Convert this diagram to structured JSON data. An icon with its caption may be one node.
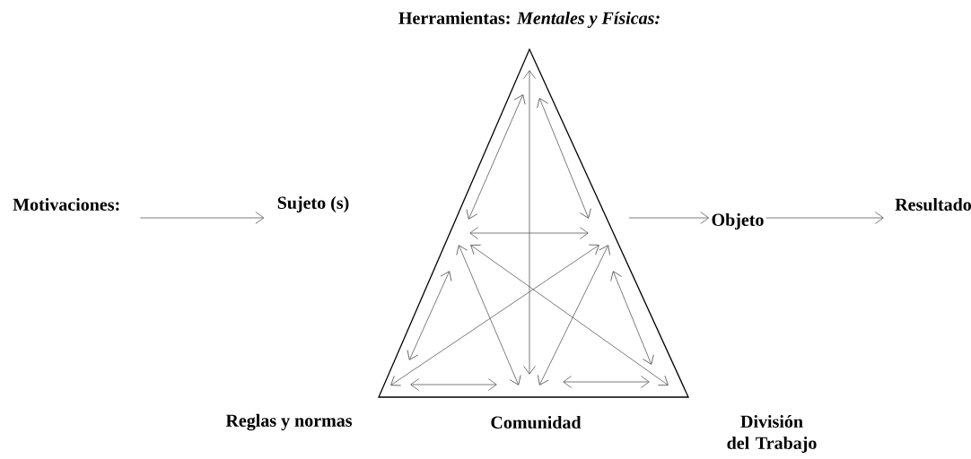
{
  "diagram": {
    "nodes": [
      {
        "text": [
          "**Herramientas:** *Mentales y Físicas:*"
        ]
      },
      {
        "text": [
          "Motivaciones:"
        ]
      },
      {
        "text": [
          "Sujeto (s)"
        ]
      },
      {
        "text": [
          "Objeto"
        ]
      },
      {
        "text": [
          "Resultado"
        ]
      },
      {
        "text": [
          "Reglas y normas"
        ]
      },
      {
        "text": [
          "Comunidad"
        ]
      },
      {
        "text": [
          "División del Trabajo"
        ]
      }
    ],
    "edges": [
      {
        "from": 1,
        "to": 2,
        "arrow": "to"
      },
      {
        "from": null,
        "to": 3,
        "arrow": "to"
      },
      {
        "from": 3,
        "to": 4,
        "arrow": "to"
      }
    ]
  }
}
